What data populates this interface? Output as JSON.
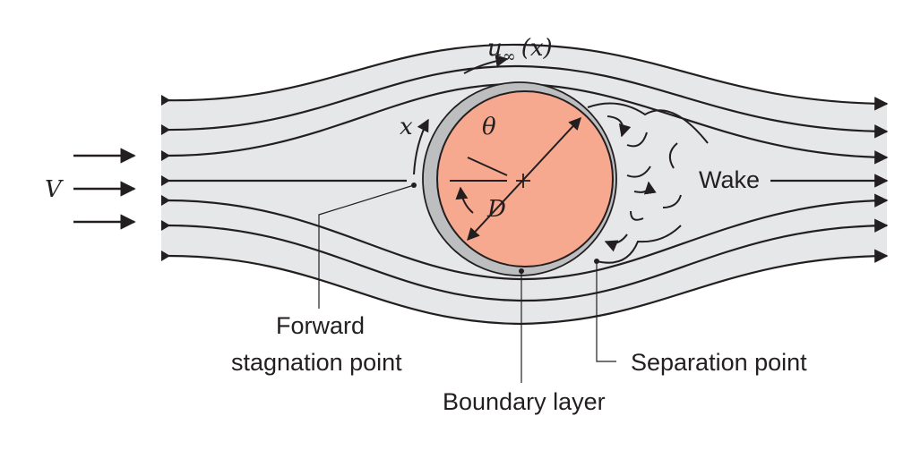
{
  "symbols": {
    "velocity": "V",
    "x_coord": "x",
    "theta": "θ",
    "diameter": "D",
    "u_free": "u",
    "u_free_sub": "∞",
    "u_free_arg": "(x)"
  },
  "labels": {
    "wake": "Wake",
    "forward_line1": "Forward",
    "forward_line2": "stagnation point",
    "separation": "Separation point",
    "boundary": "Boundary layer"
  },
  "colors": {
    "flow_fill": "#e6e7e8",
    "boundary_layer": "#bcbec0",
    "cylinder": "#f6a98f",
    "ink": "#231f20"
  }
}
